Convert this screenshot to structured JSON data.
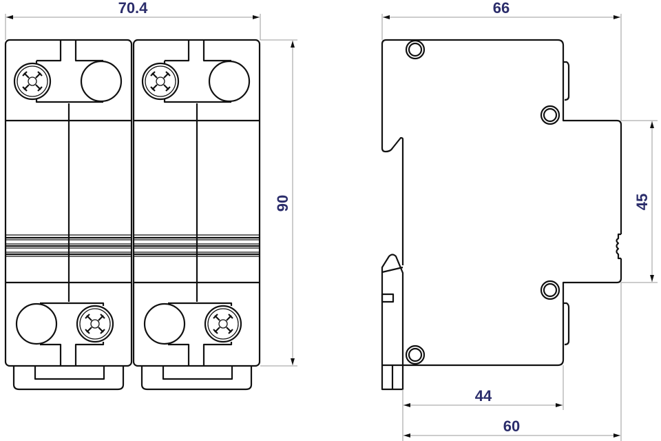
{
  "title": "Two-pole modular device dimension drawing",
  "colors": {
    "dimension_text": "#2b2d6b",
    "outline": "#111111",
    "dimension_line": "#9a9a9a"
  },
  "front_view": {
    "width_label": "70.4",
    "height_label": "90",
    "poles": 2
  },
  "side_view": {
    "depth_label": "66",
    "front_height_label": "45",
    "rail_to_front_label": "44",
    "rail_to_face_label": "60"
  }
}
